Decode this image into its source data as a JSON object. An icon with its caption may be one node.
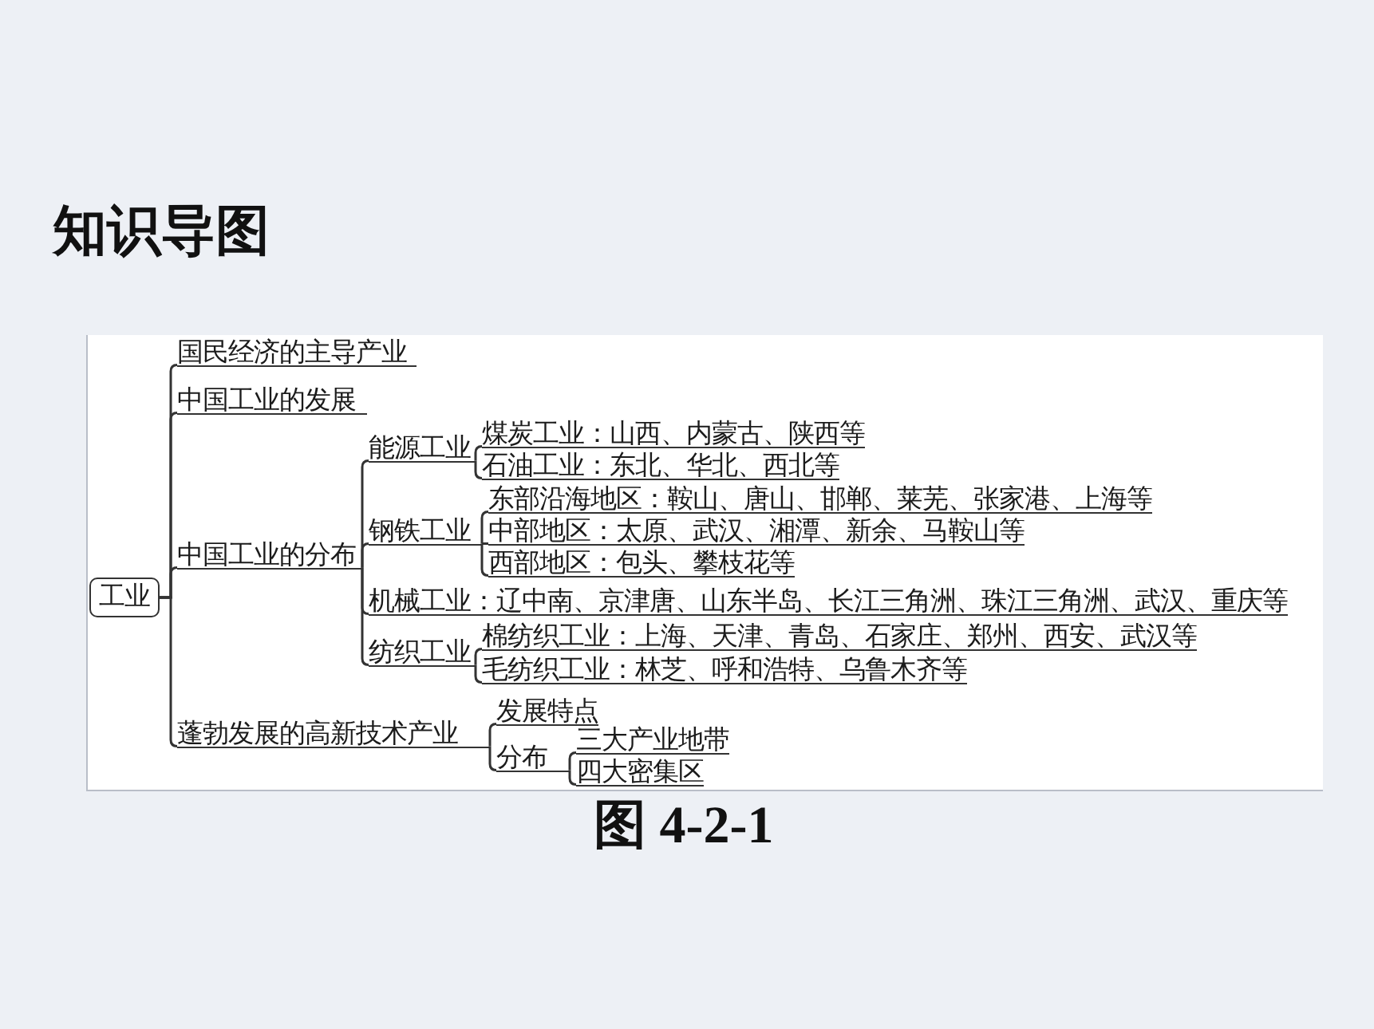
{
  "diagram": {
    "title": "知识导图",
    "caption": "图 4-2-1",
    "nodes": [
      {
        "text": [
          "工业"
        ]
      },
      {
        "text": [
          "国民经济的主导产业"
        ]
      },
      {
        "text": [
          "中国工业的发展"
        ]
      },
      {
        "text": [
          "中国工业的分布"
        ]
      },
      {
        "text": [
          "蓬勃发展的高新技术产业"
        ]
      },
      {
        "text": [
          "能源工业"
        ]
      },
      {
        "text": [
          "钢铁工业"
        ]
      },
      {
        "text": [
          "机械工业：辽中南、京津唐、山东半岛、长江三角洲、珠江三角洲、武汉、重庆等"
        ]
      },
      {
        "text": [
          "纺织工业"
        ]
      },
      {
        "text": [
          "煤炭工业：山西、内蒙古、陕西等"
        ]
      },
      {
        "text": [
          "石油工业：东北、华北、西北等"
        ]
      },
      {
        "text": [
          "东部沿海地区：鞍山、唐山、邯郸、莱芜、张家港、上海等"
        ]
      },
      {
        "text": [
          "中部地区：太原、武汉、湘潭、新余、马鞍山等"
        ]
      },
      {
        "text": [
          "西部地区：包头、攀枝花等"
        ]
      },
      {
        "text": [
          "棉纺织工业：上海、天津、青岛、石家庄、郑州、西安、武汉等"
        ]
      },
      {
        "text": [
          "毛纺织工业：林芝、呼和浩特、乌鲁木齐等"
        ]
      },
      {
        "text": [
          "发展特点"
        ]
      },
      {
        "text": [
          "分布"
        ]
      },
      {
        "text": [
          "三大产业地带"
        ]
      },
      {
        "text": [
          "四大密集区"
        ]
      }
    ],
    "edges": [
      {
        "from": 0,
        "to": 1,
        "arrow": "none"
      },
      {
        "from": 0,
        "to": 2,
        "arrow": "none"
      },
      {
        "from": 0,
        "to": 3,
        "arrow": "none"
      },
      {
        "from": 0,
        "to": 4,
        "arrow": "none"
      },
      {
        "from": 3,
        "to": 5,
        "arrow": "none"
      },
      {
        "from": 3,
        "to": 6,
        "arrow": "none"
      },
      {
        "from": 3,
        "to": 7,
        "arrow": "none"
      },
      {
        "from": 3,
        "to": 8,
        "arrow": "none"
      },
      {
        "from": 5,
        "to": 9,
        "arrow": "none"
      },
      {
        "from": 5,
        "to": 10,
        "arrow": "none"
      },
      {
        "from": 6,
        "to": 11,
        "arrow": "none"
      },
      {
        "from": 6,
        "to": 12,
        "arrow": "none"
      },
      {
        "from": 6,
        "to": 13,
        "arrow": "none"
      },
      {
        "from": 8,
        "to": 14,
        "arrow": "none"
      },
      {
        "from": 8,
        "to": 15,
        "arrow": "none"
      },
      {
        "from": 4,
        "to": 16,
        "arrow": "none"
      },
      {
        "from": 4,
        "to": 17,
        "arrow": "none"
      },
      {
        "from": 17,
        "to": 18,
        "arrow": "none"
      },
      {
        "from": 17,
        "to": 19,
        "arrow": "none"
      }
    ]
  }
}
